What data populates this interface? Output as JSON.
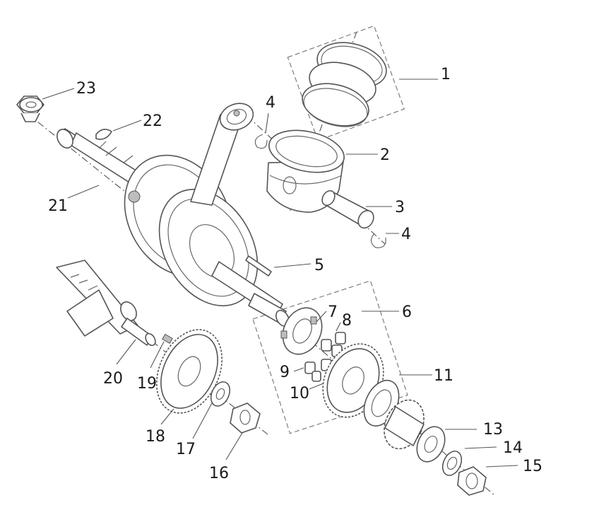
{
  "callouts": [
    {
      "id": "c1",
      "number": "1"
    },
    {
      "id": "c2",
      "number": "2"
    },
    {
      "id": "c3",
      "number": "3"
    },
    {
      "id": "c4a",
      "number": "4"
    },
    {
      "id": "c4b",
      "number": "4"
    },
    {
      "id": "c5",
      "number": "5"
    },
    {
      "id": "c6",
      "number": "6"
    },
    {
      "id": "c7",
      "number": "7"
    },
    {
      "id": "c8",
      "number": "8"
    },
    {
      "id": "c9",
      "number": "9"
    },
    {
      "id": "c10",
      "number": "10"
    },
    {
      "id": "c11",
      "number": "11"
    },
    {
      "id": "c13",
      "number": "13"
    },
    {
      "id": "c14",
      "number": "14"
    },
    {
      "id": "c15",
      "number": "15"
    },
    {
      "id": "c16",
      "number": "16"
    },
    {
      "id": "c17",
      "number": "17"
    },
    {
      "id": "c18",
      "number": "18"
    },
    {
      "id": "c19",
      "number": "19"
    },
    {
      "id": "c20",
      "number": "20"
    },
    {
      "id": "c21",
      "number": "21"
    },
    {
      "id": "c22",
      "number": "22"
    },
    {
      "id": "c23",
      "number": "23"
    }
  ]
}
